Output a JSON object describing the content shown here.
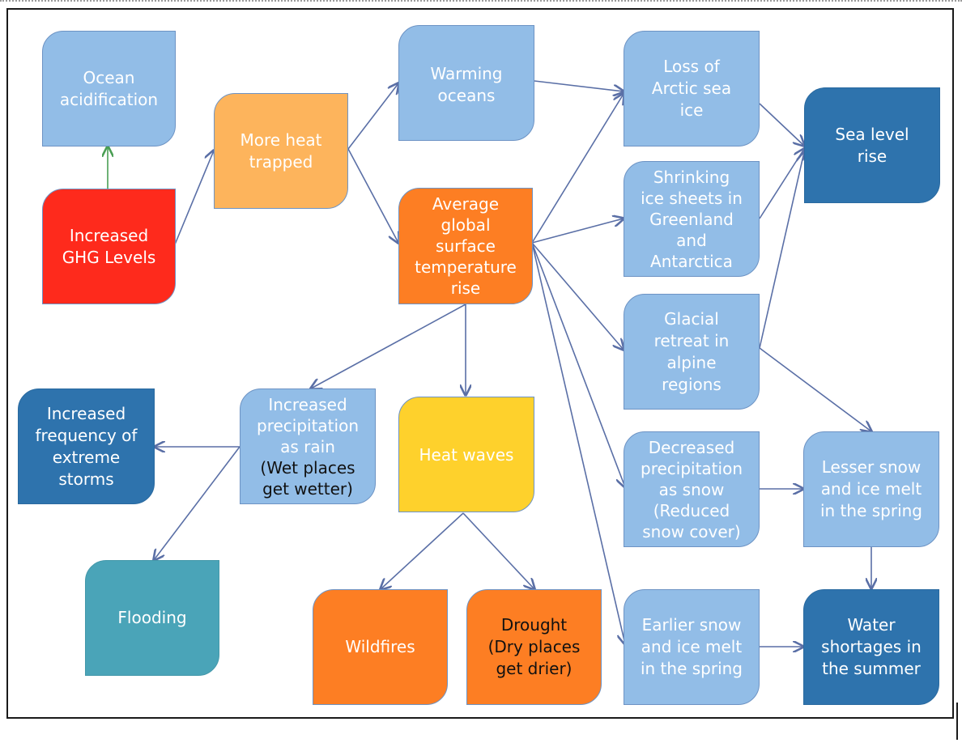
{
  "diagram": {
    "colors": {
      "light_blue": "#92bde7",
      "navy": "#2e73ad",
      "teal": "#4aa4b8",
      "red": "#fe2a1c",
      "peach": "#fdb45c",
      "orange": "#fd7e23",
      "yellow": "#fed12c",
      "arrow_blue": "#5a6fa6",
      "arrow_green": "#4a9e54"
    },
    "nodes": {
      "ocean_acidification": [
        "Ocean",
        "acidification"
      ],
      "increased_ghg": [
        "Increased",
        "GHG Levels"
      ],
      "more_heat_trapped": [
        "More heat",
        "trapped"
      ],
      "warming_oceans": [
        "Warming",
        "oceans"
      ],
      "avg_temp_rise": [
        "Average",
        "global",
        "surface",
        "temperature",
        "rise"
      ],
      "loss_arctic_ice": [
        "Loss of",
        "Arctic sea",
        "ice"
      ],
      "sea_level_rise": [
        "Sea level",
        "rise"
      ],
      "shrinking_ice_sheets": [
        "Shrinking",
        "ice sheets in",
        "Greenland",
        "and",
        "Antarctica"
      ],
      "glacial_retreat": [
        "Glacial",
        "retreat in",
        "alpine",
        "regions"
      ],
      "increased_precip_rain": [
        "Increased",
        "precipitation",
        "as rain"
      ],
      "increased_precip_rain_note": [
        "(Wet places",
        "get wetter)"
      ],
      "extreme_storms": [
        "Increased",
        "frequency of",
        "extreme",
        "storms"
      ],
      "heat_waves": [
        "Heat waves"
      ],
      "flooding": [
        "Flooding"
      ],
      "wildfires": [
        "Wildfires"
      ],
      "drought": [
        "Drought"
      ],
      "drought_note": [
        "(Dry places",
        "get drier)"
      ],
      "decreased_precip_snow": [
        "Decreased",
        "precipitation",
        "as snow"
      ],
      "decreased_precip_snow_note": [
        "(Reduced",
        "snow cover)"
      ],
      "lesser_snow_melt": [
        "Lesser snow",
        "and ice melt",
        "in the spring"
      ],
      "earlier_snow_melt": [
        "Earlier snow",
        "and ice melt",
        "in the spring"
      ],
      "water_shortages": [
        "Water",
        "shortages in",
        "the summer"
      ]
    }
  }
}
